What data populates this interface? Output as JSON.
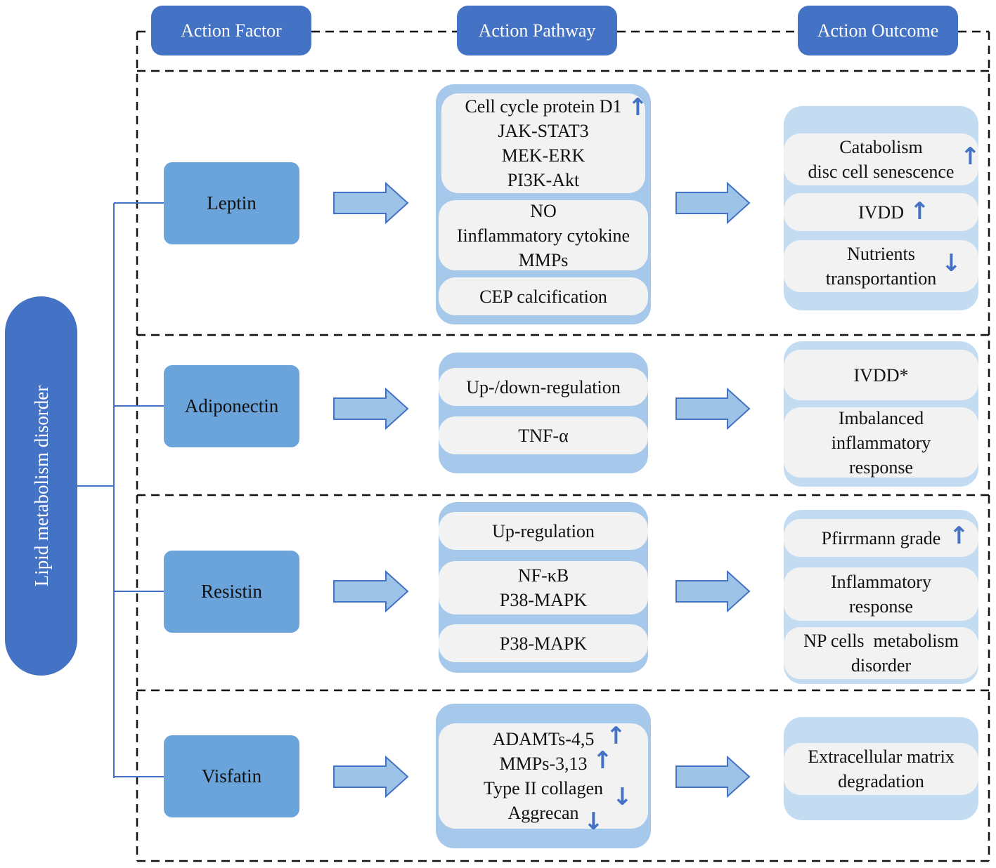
{
  "headers": {
    "factor": "Action Factor",
    "pathway": "Action Pathway",
    "outcome": "Action Outcome"
  },
  "root": "Lipid metabolism disorder",
  "colors": {
    "header": "#4472c4",
    "factor_box": "#6aa4da",
    "panel": "#a6c8ea",
    "pill": "#f2f2f2",
    "connector": "#4472c4",
    "arrow_fill": "#9dc3e6",
    "arrow_stroke": "#4472c4"
  },
  "rows": [
    {
      "factor": "Leptin",
      "pathways": [
        {
          "lines": [
            "Cell cycle protein D1",
            "JAK-STAT3",
            "MEK-ERK",
            "PI3K-Akt"
          ],
          "indicator": "up-arrow-icon"
        },
        {
          "lines": [
            "NO",
            "Iinflammatory cytokine",
            "MMPs"
          ]
        },
        {
          "lines": [
            "CEP calcification"
          ]
        }
      ],
      "outcomes": [
        {
          "lines": [
            "Catabolism",
            "disc cell senescence"
          ],
          "indicator": "up-arrow-icon"
        },
        {
          "lines": [
            "IVDD"
          ],
          "indicator": "up-arrow-icon"
        },
        {
          "lines": [
            "Nutrients",
            "transportantion"
          ],
          "indicator": "down-arrow-icon"
        }
      ]
    },
    {
      "factor": "Adiponectin",
      "pathways": [
        {
          "lines": [
            "Up-/down-regulation"
          ]
        },
        {
          "lines": [
            "TNF-α"
          ]
        }
      ],
      "outcomes": [
        {
          "lines": [
            "IVDD*"
          ]
        },
        {
          "lines": [
            "Imbalanced",
            "inflammatory",
            "response"
          ]
        }
      ]
    },
    {
      "factor": "Resistin",
      "pathways": [
        {
          "lines": [
            "Up-regulation"
          ]
        },
        {
          "lines": [
            "NF-κB",
            "P38-MAPK"
          ]
        },
        {
          "lines": [
            "P38-MAPK"
          ]
        }
      ],
      "outcomes": [
        {
          "lines": [
            "Pfirrmann grade"
          ],
          "indicator": "up-arrow-icon"
        },
        {
          "lines": [
            "Inflammatory",
            "response"
          ]
        },
        {
          "lines": [
            "NP cells  metabolism",
            "disorder"
          ]
        }
      ]
    },
    {
      "factor": "Visfatin",
      "pathways": [
        {
          "lines": [
            "ADAMTs-4,5",
            "MMPs-3,13",
            "Type II collagen",
            "Aggrecan"
          ],
          "line_indicators": [
            "up-arrow-icon",
            "up-arrow-icon",
            "down-arrow-icon",
            "down-arrow-icon"
          ]
        }
      ],
      "outcomes": [
        {
          "lines": [
            "Extracellular matrix",
            "degradation"
          ]
        }
      ]
    }
  ]
}
